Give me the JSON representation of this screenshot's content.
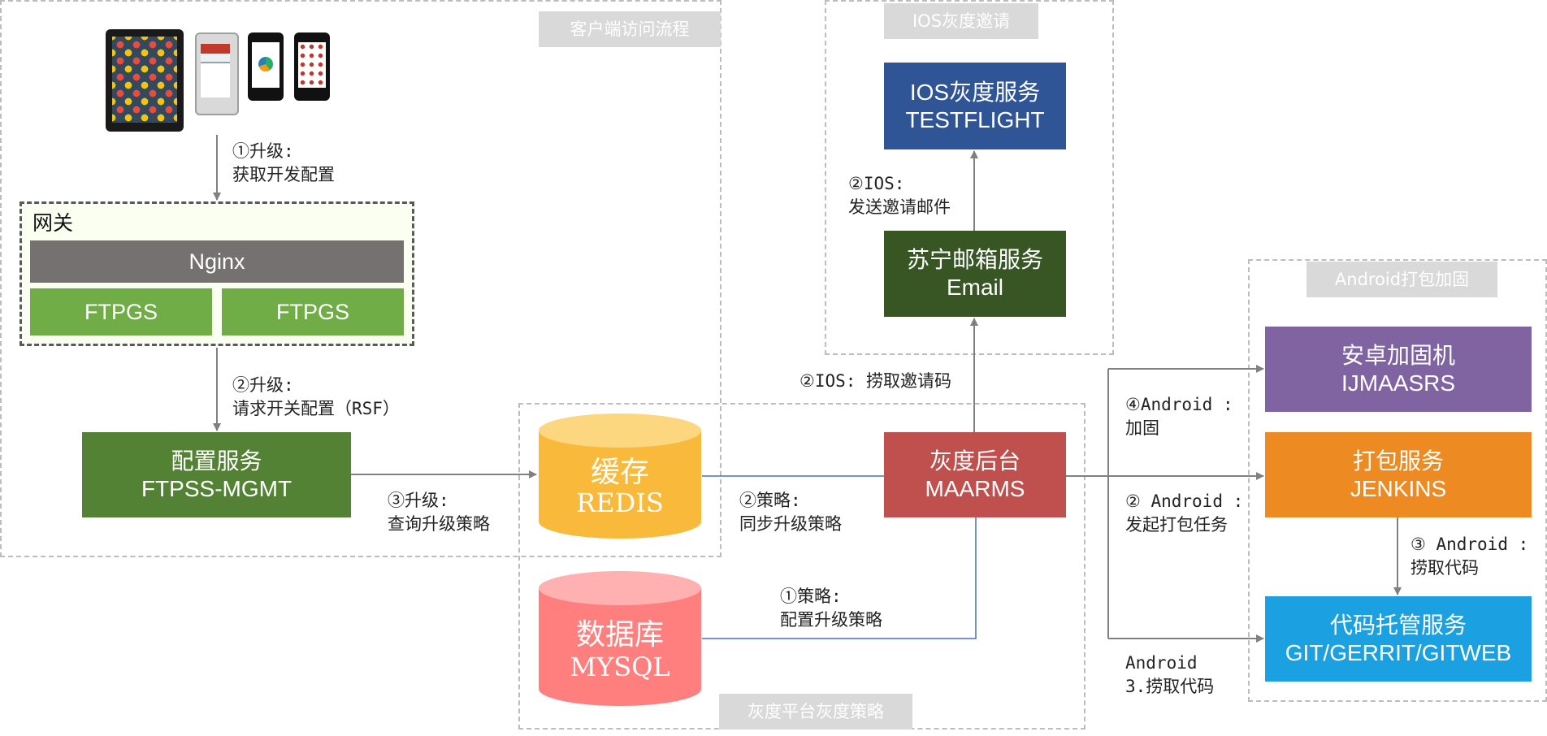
{
  "regions": {
    "client": {
      "tag": "客户端访问流程"
    },
    "ios_gray": {
      "tag": "IOS灰度邀请"
    },
    "android_pack": {
      "tag": "Android打包加固"
    },
    "gray_platform": {
      "tag": "灰度平台灰度策略"
    }
  },
  "gateway": {
    "title": "网关",
    "nginx": "Nginx",
    "ftpgs_left": "FTPGS",
    "ftpgs_right": "FTPGS"
  },
  "services": {
    "config": {
      "line1": "配置服务",
      "line2": "FTPSS-MGMT",
      "color": "#548235"
    },
    "cache": {
      "line1": "缓存",
      "line2": "REDIS",
      "color": "#f9b93a"
    },
    "db": {
      "line1": "数据库",
      "line2": "MYSQL",
      "color": "#fe7f7e"
    },
    "gray_backend": {
      "line1": "灰度后台",
      "line2": "MAARMS",
      "color": "#c0504d"
    },
    "ios_service": {
      "line1": "IOS灰度服务",
      "line2": "TESTFLIGHT",
      "color": "#2f5597"
    },
    "email_service": {
      "line1": "苏宁邮箱服务",
      "line2": "Email",
      "color": "#375623"
    },
    "harden": {
      "line1": "安卓加固机",
      "line2": "IJMAASRS",
      "color": "#8064a2"
    },
    "packaging": {
      "line1": "打包服务",
      "line2": "JENKINS",
      "color": "#ed8b22"
    },
    "code_hosting": {
      "line1": "代码托管服务",
      "line2": "GIT/GERRIT/GITWEB",
      "color": "#1ba1e2"
    }
  },
  "labels": {
    "step1_a": "①升级:",
    "step1_b": "获取开发配置",
    "step2_a": "②升级:",
    "step2_b": "请求开关配置（RSF）",
    "step3_a": "③升级:",
    "step3_b": "查询升级策略",
    "policy2_a": "②策略:",
    "policy2_b": "同步升级策略",
    "policy1_a": "①策略:",
    "policy1_b": "配置升级策略",
    "ios_code": "②IOS: 捞取邀请码",
    "ios_mail_a": "②IOS:",
    "ios_mail_b": "发送邀请邮件",
    "android4_a": "④Android :",
    "android4_b": "加固",
    "android2_a": "② Android :",
    "android2_b": "发起打包任务",
    "android3_a": "③ Android :",
    "android3_b": "捞取代码",
    "android_fetch_a": "Android",
    "android_fetch_b": "3.捞取代码"
  },
  "colors": {
    "nginx": "#767171",
    "ftpgs": "#70ad47",
    "arrow": "#808080",
    "link": "#4472c4"
  },
  "devices": [
    "tablet-icon",
    "phone-icon",
    "phone-icon",
    "phone-icon"
  ]
}
